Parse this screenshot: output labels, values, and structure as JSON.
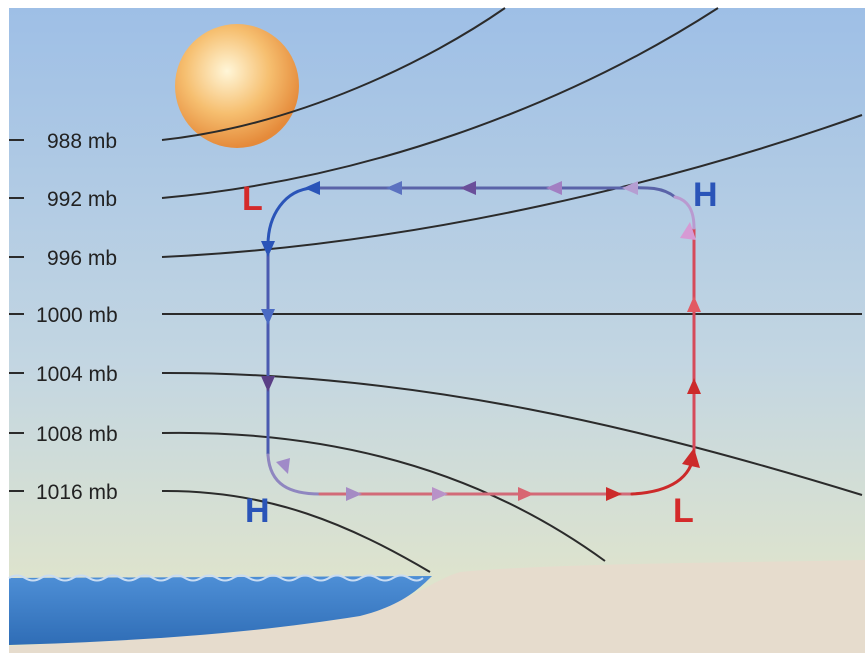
{
  "isobars": [
    {
      "label": "988 mb"
    },
    {
      "label": "992 mb"
    },
    {
      "label": "996 mb"
    },
    {
      "label": "1000 mb"
    },
    {
      "label": "1004 mb"
    },
    {
      "label": "1008 mb"
    },
    {
      "label": "1016 mb"
    }
  ],
  "pressure_centers": {
    "upper_low": "L",
    "upper_high": "H",
    "surface_high": "H",
    "surface_low": "L"
  },
  "colors": {
    "low": "#d42a2a",
    "high": "#2a54b8",
    "sky_top": "#9fc0e6",
    "sky_bottom": "#dfe6c8",
    "water": "#4f8fd4",
    "land": "#e6dccd"
  },
  "icons": [
    "sun-icon"
  ]
}
